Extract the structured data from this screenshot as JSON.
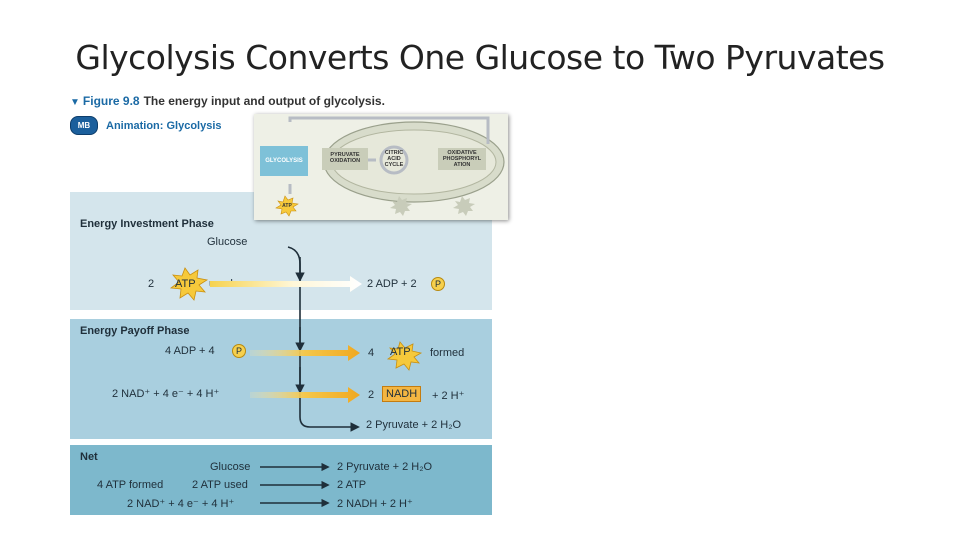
{
  "slide": {
    "title": "Glycolysis Converts One Glucose to Two Pyruvates"
  },
  "figure": {
    "number": "Figure 9.8",
    "caption": "The energy input and output of glycolysis.",
    "animation_badge": "MB",
    "animation_label": "Animation: Glycolysis"
  },
  "inset": {
    "glycolysis": "GLYCOLYSIS",
    "pyruvate_oxidation": "PYRUVATE OXIDATION",
    "citric_acid_cycle": "CITRIC ACID CYCLE",
    "oxidative_phosphorylation": "OXIDATIVE PHOSPHORYL ATION",
    "atp": "ATP"
  },
  "investment": {
    "heading": "Energy Investment Phase",
    "glucose": "Glucose",
    "coef_in": "2",
    "atp": "ATP",
    "used": "used",
    "adp_out": "2 ADP + 2"
  },
  "payoff": {
    "heading": "Energy Payoff Phase",
    "adp_in": "4 ADP + 4",
    "coef_atp": "4",
    "atp": "ATP",
    "formed": "formed",
    "nad_in": "2 NAD⁺ +  4 e⁻ + 4 H⁺",
    "coef_nadh": "2",
    "nadh": "NADH",
    "h_plus": "+ 2 H⁺",
    "pyruvate": "2 Pyruvate + 2 H₂O"
  },
  "net": {
    "heading": "Net",
    "glucose": "Glucose",
    "pyruvate": "2 Pyruvate + 2 H₂O",
    "atp_formed": "4 ATP formed",
    "atp_used": "2 ATP used",
    "atp_net": "2 ATP",
    "nad_in": "2 NAD⁺ +  4 e⁻ + 4 H⁺",
    "nadh_out": "2 NADH + 2 H⁺"
  },
  "symbols": {
    "phosphate": "P"
  },
  "colors": {
    "investment_panel": "#d4e5ec",
    "payoff_panel": "#a9cfdf",
    "net_panel": "#7db8cc",
    "atp_star": "#f6c93b",
    "nadh_box": "#f4b642"
  }
}
